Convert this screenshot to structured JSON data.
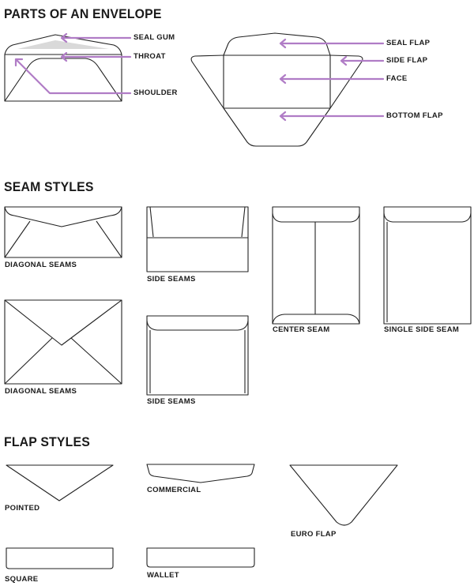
{
  "sections": {
    "parts": "PARTS OF AN ENVELOPE",
    "seams": "SEAM STYLES",
    "flaps": "FLAP STYLES"
  },
  "parts_labels": {
    "seal_gum": "SEAL GUM",
    "throat": "THROAT",
    "shoulder": "SHOULDER",
    "seal_flap": "SEAL FLAP",
    "side_flap": "SIDE FLAP",
    "face": "FACE",
    "bottom_flap": "BOTTOM FLAP"
  },
  "seam_labels": {
    "diagonal_1": "DIAGONAL SEAMS",
    "side_1": "SIDE SEAMS",
    "center": "CENTER SEAM",
    "single_side": "SINGLE SIDE SEAM",
    "diagonal_2": "DIAGONAL SEAMS",
    "side_2": "SIDE SEAMS"
  },
  "flap_labels": {
    "pointed": "POINTED",
    "commercial": "COMMERCIAL",
    "euro": "EURO FLAP",
    "square": "SQUARE",
    "wallet": "WALLET"
  },
  "colors": {
    "arrow": "#b07cc6",
    "seal_gum": "#d9d9d9",
    "line": "#222222"
  }
}
